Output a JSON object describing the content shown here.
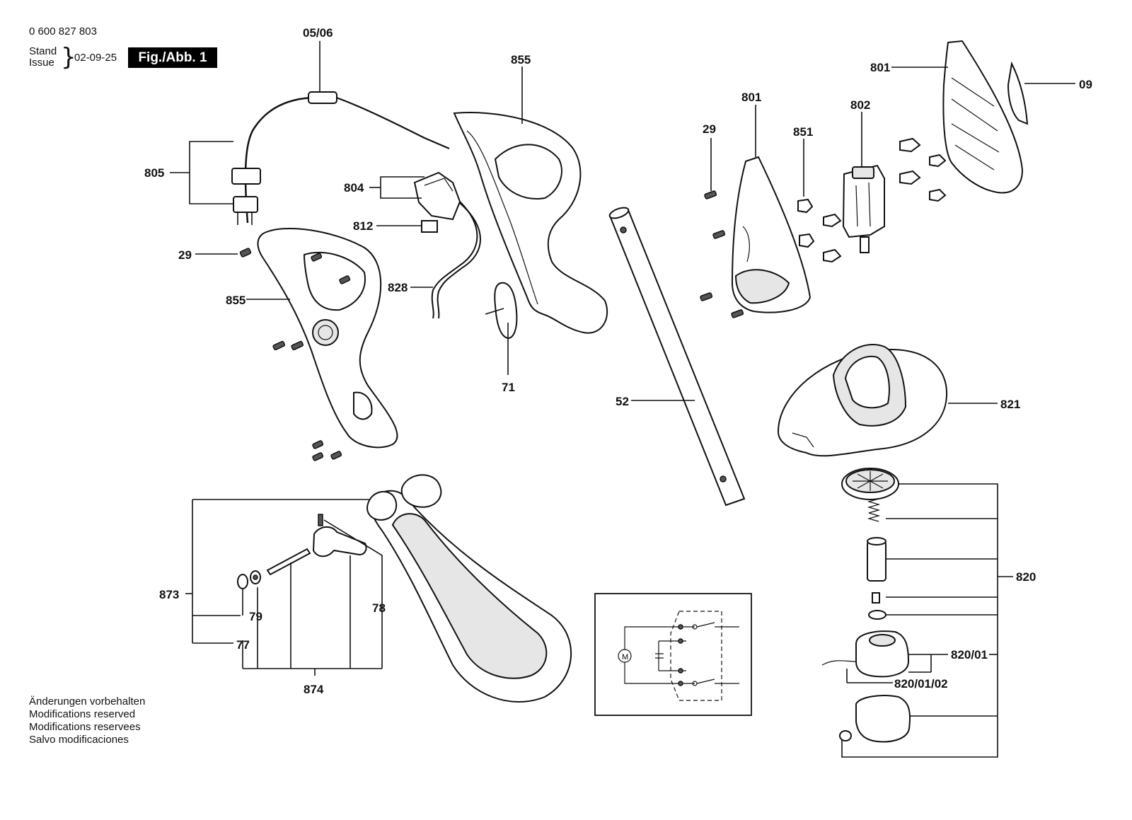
{
  "header": {
    "part_number": "0 600 827 803",
    "stand_label": "Stand",
    "issue_label": "Issue",
    "brace": "}",
    "date": "02-09-25",
    "figure_label": "Fig./Abb. 1"
  },
  "notes": [
    "Änderungen vorbehalten",
    "Modifications reserved",
    "Modifications reservees",
    "Salvo modificaciones"
  ],
  "labels": {
    "cable": "05/06",
    "plug": "805",
    "screw_left": "29",
    "housing_half_left": "855",
    "switch": "804",
    "switch_part": "812",
    "wire": "828",
    "housing_half_top": "855",
    "clip": "71",
    "tube": "52",
    "screw_right": "29",
    "motor_cover": "801",
    "nut": "851",
    "motor": "802",
    "motor_housing": "801",
    "cover_09": "09",
    "guard": "821",
    "spool_assembly": "820",
    "spool": "820/01",
    "spool_line": "820/01/02",
    "handle_assembly": "873",
    "washer_79": "79",
    "washer_77": "77",
    "pin_78": "78",
    "handle_kit": "874"
  }
}
